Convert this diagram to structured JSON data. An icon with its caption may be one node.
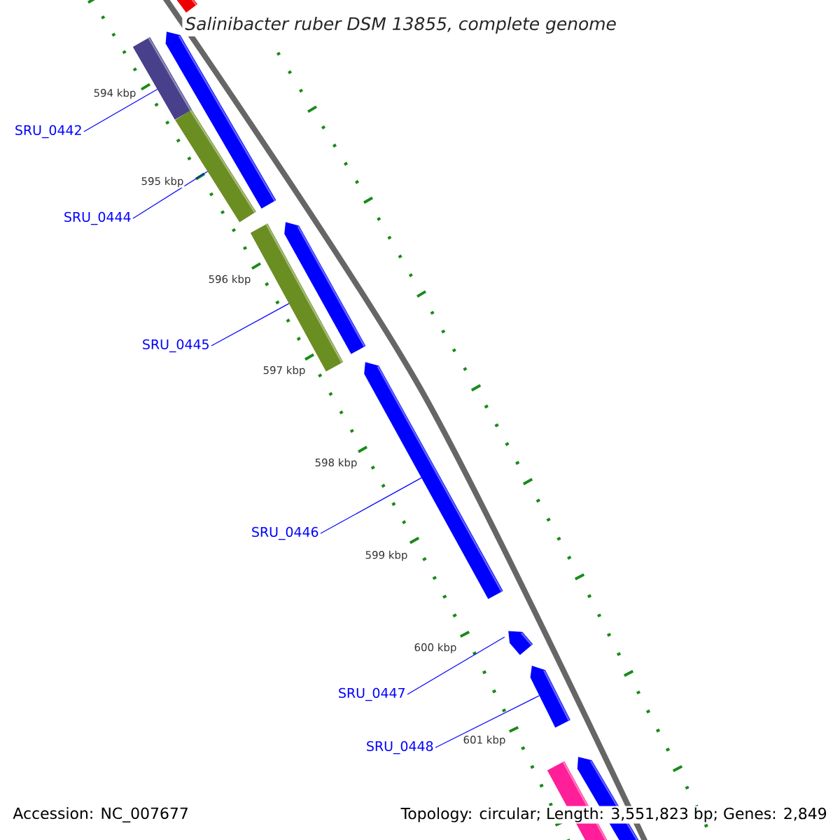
{
  "diagram": {
    "title": "Salinibacter ruber DSM 13855, complete genome",
    "nodes": [
      {
        "text": [
          "SRU_0442"
        ]
      },
      {
        "text": [
          "SRU_0444"
        ]
      },
      {
        "text": [
          "SRU_0445"
        ]
      },
      {
        "text": [
          "SRU_0446"
        ]
      },
      {
        "text": [
          "SRU_0447"
        ]
      },
      {
        "text": [
          "SRU_0448"
        ]
      },
      {
        "text": [],
        "shape": "bar"
      },
      {
        "text": [],
        "shape": "bar"
      },
      {
        "text": [],
        "shape": "bar"
      },
      {
        "text": [],
        "shape": "bar"
      },
      {
        "text": [],
        "shape": "bar"
      },
      {
        "text": [],
        "shape": "bar"
      }
    ],
    "edges": [
      {
        "from": 0,
        "to": 6,
        "arrow": "none"
      },
      {
        "from": 1,
        "to": 7,
        "arrow": "none"
      },
      {
        "from": 2,
        "to": 8,
        "arrow": "none"
      },
      {
        "from": 3,
        "to": 9,
        "arrow": "none"
      },
      {
        "from": 4,
        "to": 10,
        "arrow": "none"
      },
      {
        "from": 5,
        "to": 11,
        "arrow": "none"
      }
    ],
    "labels": [
      "594 kbp",
      "595 kbp",
      "596 kbp",
      "597 kbp",
      "598 kbp",
      "599 kbp",
      "600 kbp",
      "601 kbp",
      "Accession: NC_007677",
      "Topology: circular; Length: 3,551,823 bp; Genes: 2,849"
    ]
  }
}
